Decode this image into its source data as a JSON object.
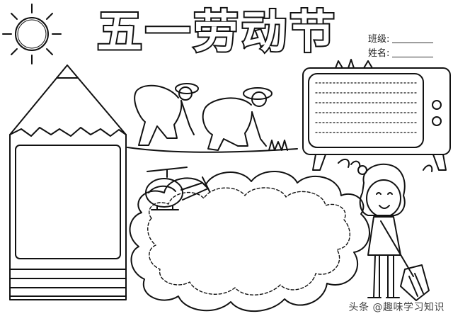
{
  "header": {
    "title": "五一劳动节",
    "class_label": "班级:",
    "name_label": "姓名:"
  },
  "watermark": "头条 @趣味学习知识",
  "colors": {
    "ink": "#111111",
    "paper": "#ffffff"
  },
  "icons": [
    "sun-icon",
    "helicopter-icon",
    "tv-icon",
    "pencil-frame",
    "cloud-frame",
    "farmers-illustration",
    "girl-sweeping-illustration",
    "flower-icon"
  ]
}
